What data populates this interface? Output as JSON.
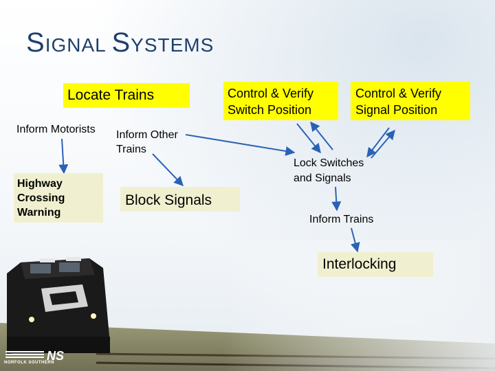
{
  "title": {
    "first_initial": "S",
    "first_rest": "IGNAL ",
    "second_initial": "S",
    "second_rest": "YSTEMS"
  },
  "nodes": {
    "locate_trains": "Locate Trains",
    "control_switch": [
      "Control & Verify",
      "Switch Position"
    ],
    "control_signal": [
      "Control & Verify",
      "Signal Position"
    ],
    "inform_motorists": "Inform Motorists",
    "inform_other_trains": [
      "Inform Other",
      "Trains"
    ],
    "highway_crossing": [
      "Highway",
      "Crossing",
      "Warning"
    ],
    "block_signals": "Block Signals",
    "lock_switches": [
      "Lock Switches",
      "and Signals"
    ],
    "inform_trains": "Inform Trains",
    "interlocking": "Interlocking"
  },
  "logo": {
    "mark": "NS",
    "sub": "NORFOLK SOUTHERN"
  },
  "colors": {
    "title": "#1f3f6b",
    "yellow_box": "#ffff00",
    "cream_box": "#f0f0d0",
    "arrow": "#2a62b6"
  }
}
